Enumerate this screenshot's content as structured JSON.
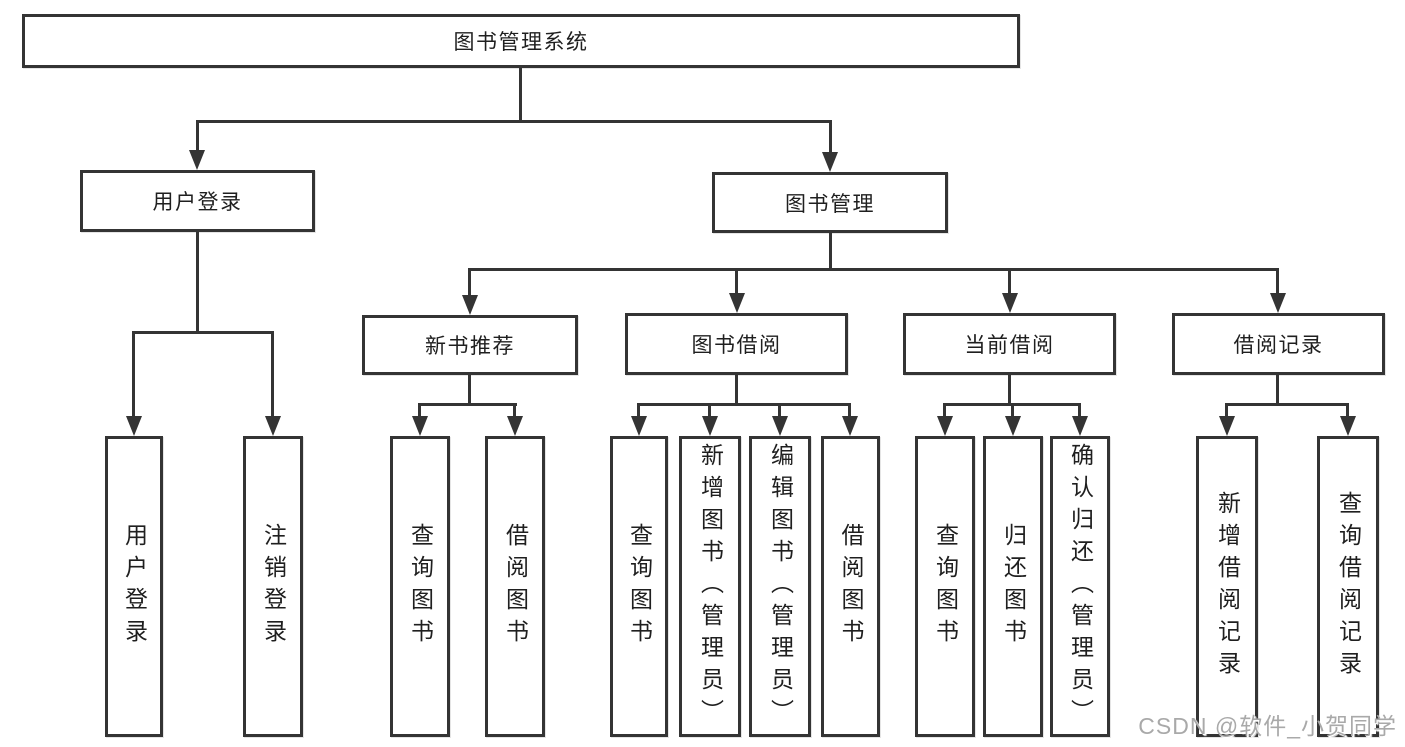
{
  "tree": {
    "label": "图书管理系统",
    "children": [
      {
        "label": "用户登录",
        "children": [
          {
            "label": "用户登录"
          },
          {
            "label": "注销登录"
          }
        ]
      },
      {
        "label": "图书管理",
        "children": [
          {
            "label": "新书推荐",
            "children": [
              {
                "label": "查询图书"
              },
              {
                "label": "借阅图书"
              }
            ]
          },
          {
            "label": "图书借阅",
            "children": [
              {
                "label": "查询图书"
              },
              {
                "label": "新增图书（管理员）"
              },
              {
                "label": "编辑图书（管理员）"
              },
              {
                "label": "借阅图书"
              }
            ]
          },
          {
            "label": "当前借阅",
            "children": [
              {
                "label": "查询图书"
              },
              {
                "label": "归还图书"
              },
              {
                "label": "确认归还（管理员）"
              }
            ]
          },
          {
            "label": "借阅记录",
            "children": [
              {
                "label": "新增借阅记录"
              },
              {
                "label": "查询借阅记录"
              }
            ]
          }
        ]
      }
    ]
  },
  "watermark": "CSDN @软件_小贺同学",
  "colors": {
    "line": "#343434",
    "text": "#1f1f1f",
    "watermark_text": "#a9a9a9",
    "background": "#ffffff"
  }
}
